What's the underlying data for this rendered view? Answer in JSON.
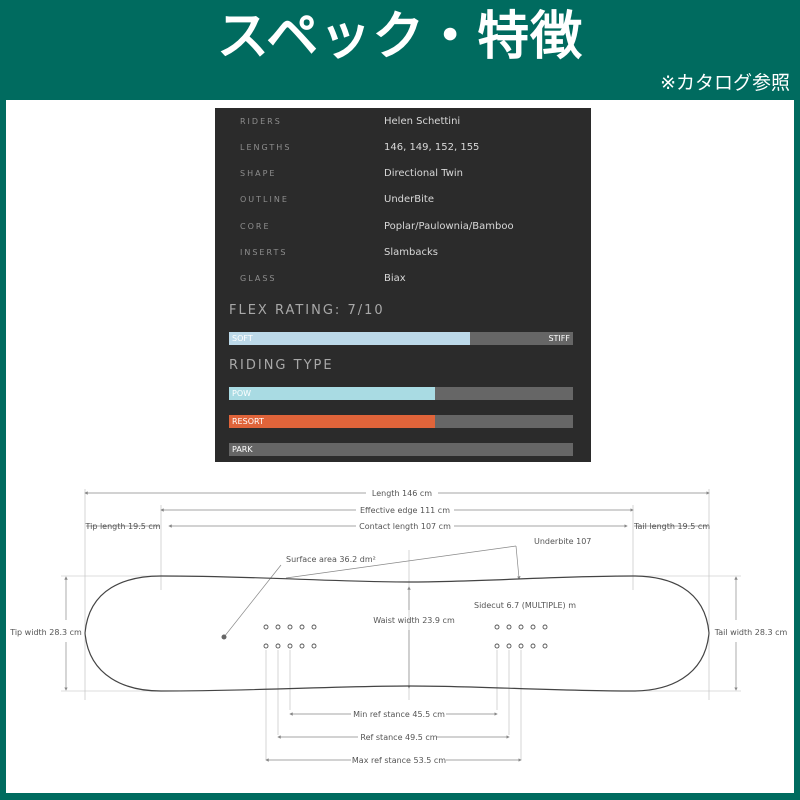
{
  "header": {
    "title": "スペック・特徴",
    "note": "※カタログ参照"
  },
  "specs": [
    {
      "label": "RIDERS",
      "value": "Helen Schettini"
    },
    {
      "label": "LENGTHS",
      "value": "146, 149, 152, 155"
    },
    {
      "label": "SHAPE",
      "value": "Directional Twin"
    },
    {
      "label": "OUTLINE",
      "value": "UnderBite"
    },
    {
      "label": "CORE",
      "value": "Poplar/Paulownia/Bamboo"
    },
    {
      "label": "INSERTS",
      "value": "Slambacks"
    },
    {
      "label": "GLASS",
      "value": "Biax"
    }
  ],
  "flex": {
    "heading": "FLEX RATING: 7/10",
    "rating": 7,
    "max": 10,
    "soft_label": "SOFT",
    "stiff_label": "STIFF",
    "fill_color": "#bcd9e9"
  },
  "riding": {
    "heading": "RIDING TYPE",
    "types": [
      {
        "label": "POW",
        "level": 0.6,
        "color": "#a9dbe3"
      },
      {
        "label": "RESORT",
        "level": 0.6,
        "color": "#e0643a"
      },
      {
        "label": "PARK",
        "level": 0.0,
        "color": "#666666"
      }
    ]
  },
  "diagram": {
    "length": "Length 146 cm",
    "effective_edge": "Effective edge 111 cm",
    "contact_length": "Contact length 107 cm",
    "tip_length": "Tip length 19.5 cm",
    "tail_length": "Tail length 19.5 cm",
    "underbite": "Underbite 107",
    "surface_area": "Surface area 36.2 dm²",
    "waist_width": "Waist width 23.9 cm",
    "sidecut": "Sidecut 6.7 (MULTIPLE) m",
    "tip_width": "Tip width 28.3 cm",
    "tail_width": "Tail width 28.3 cm",
    "min_ref_stance": "Min ref stance 45.5 cm",
    "ref_stance": "Ref stance 49.5 cm",
    "max_ref_stance": "Max ref stance 53.5 cm"
  },
  "colors": {
    "brand": "#006b5f",
    "panel": "#2b2b2b",
    "track": "#666666"
  }
}
